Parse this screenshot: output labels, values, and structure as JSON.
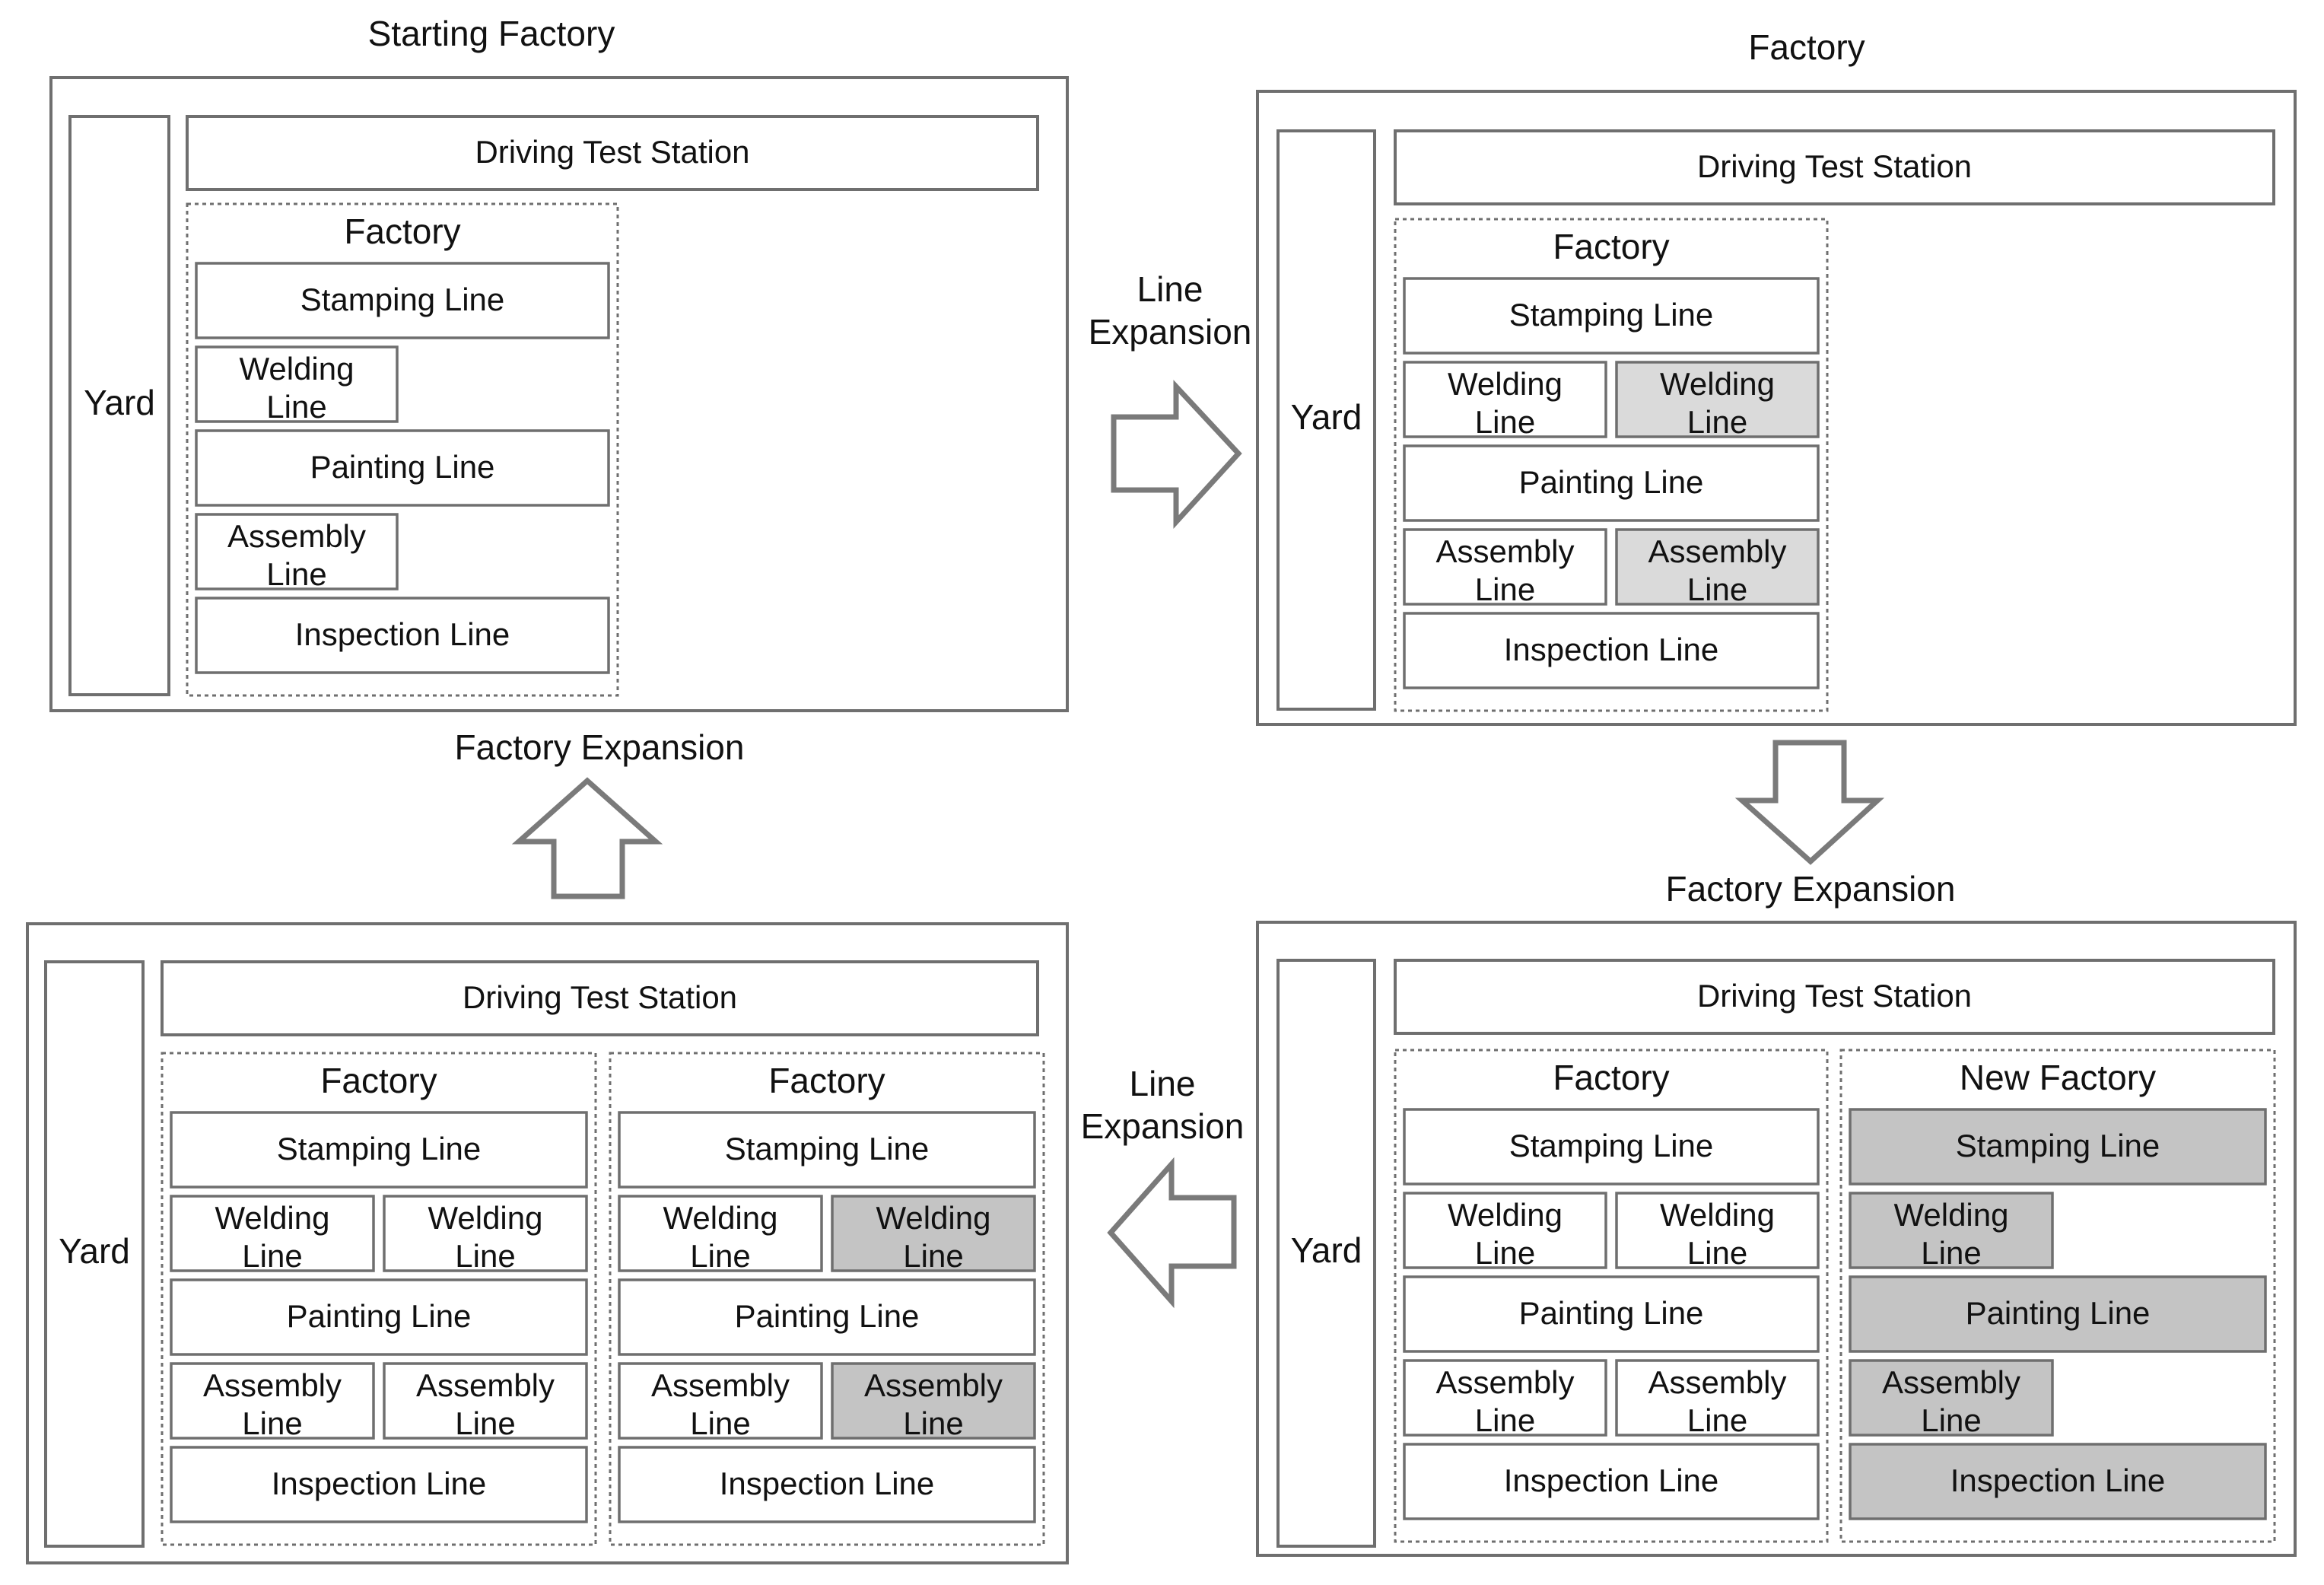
{
  "colors": {
    "stroke": "#6f6f6f",
    "line_box_fill": "#ffffff",
    "added_light_fill": "#dadada",
    "added_dark_fill": "#c4c4c4",
    "arrow_stroke": "#7a7a7a",
    "text": "#111111"
  },
  "arrow_labels": {
    "line_expansion_1": [
      "Line",
      "Expansion"
    ],
    "factory_expansion_1": "Factory Expansion",
    "line_expansion_2": [
      "Line",
      "Expansion"
    ],
    "factory_expansion_2": "Factory Expansion"
  },
  "panels": [
    {
      "id": "starting",
      "title": "Starting Factory",
      "yard": "Yard",
      "driving_test_station": "Driving Test Station",
      "factories": [
        {
          "title": "Factory",
          "rows": [
            [
              {
                "label": "Stamping Line",
                "status": "existing"
              }
            ],
            [
              {
                "label": "Welding Line",
                "status": "existing"
              }
            ],
            [
              {
                "label": "Painting Line",
                "status": "existing"
              }
            ],
            [
              {
                "label": "Assembly Line",
                "status": "existing"
              }
            ],
            [
              {
                "label": "Inspection Line",
                "status": "existing"
              }
            ]
          ]
        }
      ]
    },
    {
      "id": "line-expanded",
      "title": "Factory",
      "yard": "Yard",
      "driving_test_station": "Driving Test Station",
      "factories": [
        {
          "title": "Factory",
          "rows": [
            [
              {
                "label": "Stamping Line",
                "status": "existing"
              }
            ],
            [
              {
                "label": "Welding Line",
                "status": "existing"
              },
              {
                "label": "Welding Line",
                "status": "added-light"
              }
            ],
            [
              {
                "label": "Painting Line",
                "status": "existing"
              }
            ],
            [
              {
                "label": "Assembly Line",
                "status": "existing"
              },
              {
                "label": "Assembly Line",
                "status": "added-light"
              }
            ],
            [
              {
                "label": "Inspection Line",
                "status": "existing"
              }
            ]
          ]
        }
      ]
    },
    {
      "id": "new-factory",
      "title": "",
      "yard": "Yard",
      "driving_test_station": "Driving Test Station",
      "factories": [
        {
          "title": "Factory",
          "rows": [
            [
              {
                "label": "Stamping Line",
                "status": "existing"
              }
            ],
            [
              {
                "label": "Welding Line",
                "status": "existing"
              },
              {
                "label": "Welding Line",
                "status": "existing"
              }
            ],
            [
              {
                "label": "Painting Line",
                "status": "existing"
              }
            ],
            [
              {
                "label": "Assembly Line",
                "status": "existing"
              },
              {
                "label": "Assembly Line",
                "status": "existing"
              }
            ],
            [
              {
                "label": "Inspection Line",
                "status": "existing"
              }
            ]
          ]
        },
        {
          "title": "New Factory",
          "rows": [
            [
              {
                "label": "Stamping Line",
                "status": "added-dark"
              }
            ],
            [
              {
                "label": "Welding Line",
                "status": "added-dark"
              }
            ],
            [
              {
                "label": "Painting Line",
                "status": "added-dark"
              }
            ],
            [
              {
                "label": "Assembly Line",
                "status": "added-dark"
              }
            ],
            [
              {
                "label": "Inspection Line",
                "status": "added-dark"
              }
            ]
          ]
        }
      ]
    },
    {
      "id": "two-factories-expanded",
      "title": "",
      "yard": "Yard",
      "driving_test_station": "Driving Test Station",
      "factories": [
        {
          "title": "Factory",
          "rows": [
            [
              {
                "label": "Stamping Line",
                "status": "existing"
              }
            ],
            [
              {
                "label": "Welding Line",
                "status": "existing"
              },
              {
                "label": "Welding Line",
                "status": "existing"
              }
            ],
            [
              {
                "label": "Painting Line",
                "status": "existing"
              }
            ],
            [
              {
                "label": "Assembly Line",
                "status": "existing"
              },
              {
                "label": "Assembly Line",
                "status": "existing"
              }
            ],
            [
              {
                "label": "Inspection Line",
                "status": "existing"
              }
            ]
          ]
        },
        {
          "title": "Factory",
          "rows": [
            [
              {
                "label": "Stamping Line",
                "status": "existing"
              }
            ],
            [
              {
                "label": "Welding Line",
                "status": "existing"
              },
              {
                "label": "Welding Line",
                "status": "added-dark"
              }
            ],
            [
              {
                "label": "Painting Line",
                "status": "existing"
              }
            ],
            [
              {
                "label": "Assembly Line",
                "status": "existing"
              },
              {
                "label": "Assembly Line",
                "status": "added-dark"
              }
            ],
            [
              {
                "label": "Inspection Line",
                "status": "existing"
              }
            ]
          ]
        }
      ]
    }
  ]
}
